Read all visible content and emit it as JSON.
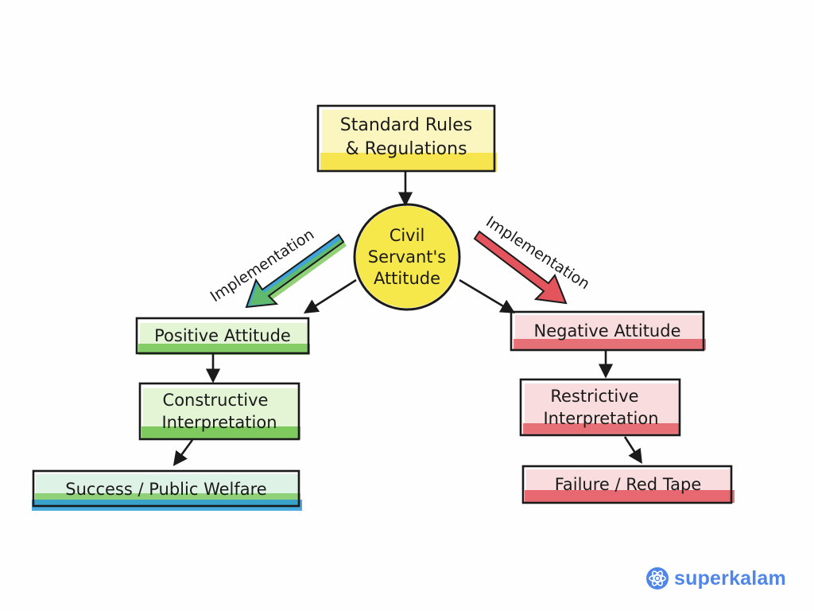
{
  "nodes": {
    "top": {
      "lines": [
        "Standard Rules",
        "& Regulations"
      ]
    },
    "center": {
      "lines": [
        "Civil",
        "Servant's",
        "Attitude"
      ]
    },
    "positive": {
      "lines": [
        "Positive Attitude"
      ]
    },
    "constructive": {
      "lines": [
        "Constructive",
        "Interpretation"
      ]
    },
    "success": {
      "lines": [
        "Success / Public Welfare"
      ]
    },
    "negative": {
      "lines": [
        "Negative Attitude"
      ]
    },
    "restrictive": {
      "lines": [
        "Restrictive",
        "Interpretation"
      ]
    },
    "failure": {
      "lines": [
        "Failure / Red Tape"
      ]
    }
  },
  "labels": {
    "left_implementation": "Implementation",
    "right_implementation": "Implementation"
  },
  "brand": {
    "name": "superkalam",
    "icon": "atom-icon"
  },
  "colors": {
    "yellow": "#f4e23a",
    "green": "#6cc24a",
    "blue": "#2a9ad8",
    "red": "#e0414b",
    "brand": "#4f86e8",
    "ink": "#1a1a1a"
  }
}
